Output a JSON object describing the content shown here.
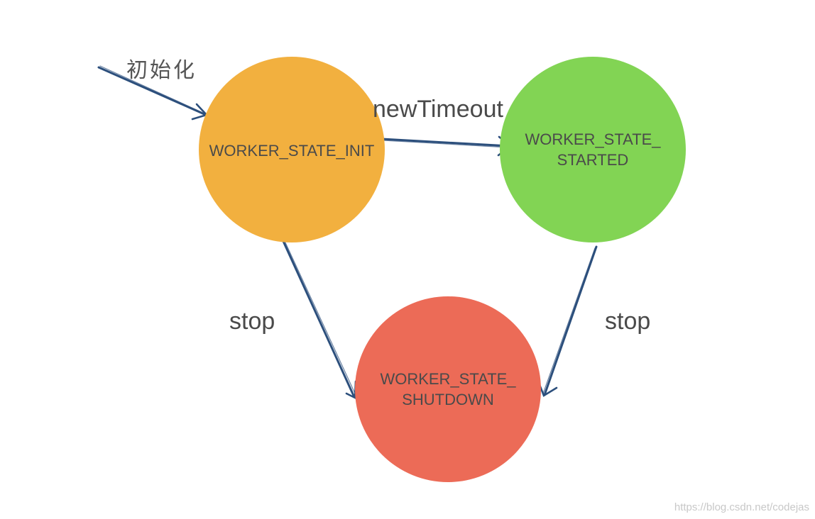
{
  "diagram": {
    "states": {
      "init": {
        "label": "WORKER_STATE_INIT",
        "color": "#f2b03f"
      },
      "started": {
        "label": "WORKER_STATE_\nSTARTED",
        "color": "#82d454"
      },
      "shutdown": {
        "label": "WORKER_STATE_\nSHUTDOWN",
        "color": "#ec6b57"
      }
    },
    "edges": {
      "entry": {
        "label": "初始化",
        "to": "WORKER_STATE_INIT"
      },
      "init_to_started": {
        "label": "newTimeout",
        "from": "WORKER_STATE_INIT",
        "to": "WORKER_STATE_STARTED"
      },
      "init_to_shutdown": {
        "label": "stop",
        "from": "WORKER_STATE_INIT",
        "to": "WORKER_STATE_SHUTDOWN"
      },
      "started_to_shutdown": {
        "label": "stop",
        "from": "WORKER_STATE_STARTED",
        "to": "WORKER_STATE_SHUTDOWN"
      }
    },
    "arrow_color": "#2c4f7c"
  },
  "watermark": "https://blog.csdn.net/codejas"
}
